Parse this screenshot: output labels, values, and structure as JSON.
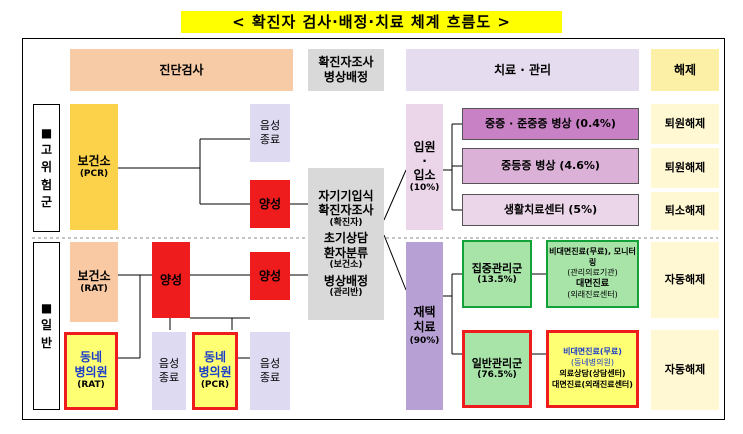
{
  "title": "< 확진자 검사·배정·치료 체계 흐름도 >",
  "headers": {
    "diagnosis": "진단검사",
    "investigation": "확진자조사\n병상배정",
    "treatment": "치료 · 관리",
    "release": "해제"
  },
  "groups": {
    "high_risk": "■\n고\n위\n험\n군",
    "general": "■\n일\n반"
  },
  "diagnosis": {
    "health_center_pcr": {
      "name": "보건소",
      "test": "(PCR)"
    },
    "health_center_rat": {
      "name": "보건소",
      "test": "(RAT)"
    },
    "clinic_rat": {
      "name": "동네\n병의원",
      "test": "(RAT)"
    },
    "clinic_pcr": {
      "name": "동네\n병의원",
      "test": "(PCR)"
    },
    "positive": "양성",
    "negative_end": "음성\n종료"
  },
  "investigation": {
    "self_entry": "자기기입식\n확진자조사",
    "self_entry_by": "(확진자)",
    "counseling": "초기상담\n환자분류",
    "counseling_by": "(보건소)",
    "bed_assignment": "병상배정",
    "bed_assignment_by": "(관리반)"
  },
  "treatment": {
    "admission": {
      "label": "입원\n·\n입소",
      "pct": "(10%)"
    },
    "home": {
      "label": "재택\n치료",
      "pct": "(90%)"
    },
    "severe": "중증 · 준중증 병상 (0.4%)",
    "moderate": "중등증 병상 (4.6%)",
    "residential": "생활치료센터 (5%)",
    "intensive": {
      "label": "집중관리군",
      "pct": "(13.5%)"
    },
    "intensive_detail": {
      "line1": "비대면진료(무료), 모니터링",
      "line2": "(관리의료기관)",
      "line3": "대면진료",
      "line4": "(외래진료센터)"
    },
    "general_mgmt": {
      "label": "일반관리군",
      "pct": "(76.5%)"
    },
    "general_detail": {
      "line1": "비대면진료(무료)",
      "line2": "(동네병의원)",
      "line3": "의료상담(상담센터)",
      "line4": "대면진료(외래진료센터)"
    }
  },
  "release": {
    "discharge": "퇴원해제",
    "leave_center": "퇴소해제",
    "auto": "자동해제"
  },
  "colors": {
    "title_bg": "#ffff00",
    "diagnosis_header": "#f7cba6",
    "gray": "#d9d9d9",
    "purple_light": "#e6dcf0",
    "release_header": "#fbf0a6",
    "yellow_box": "#fbd24a",
    "orange_box": "#f8c9a3",
    "clinic_box": "#ffff73",
    "red": "#ee1c1c",
    "lavender": "#dedaf2",
    "severe": "#c781c4",
    "moderate": "#dcb1d8",
    "residential": "#ebd5e8",
    "home_purple": "#b7a0d4",
    "green": "#a8e3a8",
    "green_border": "#13a13a",
    "release_box": "#fff8d2"
  }
}
